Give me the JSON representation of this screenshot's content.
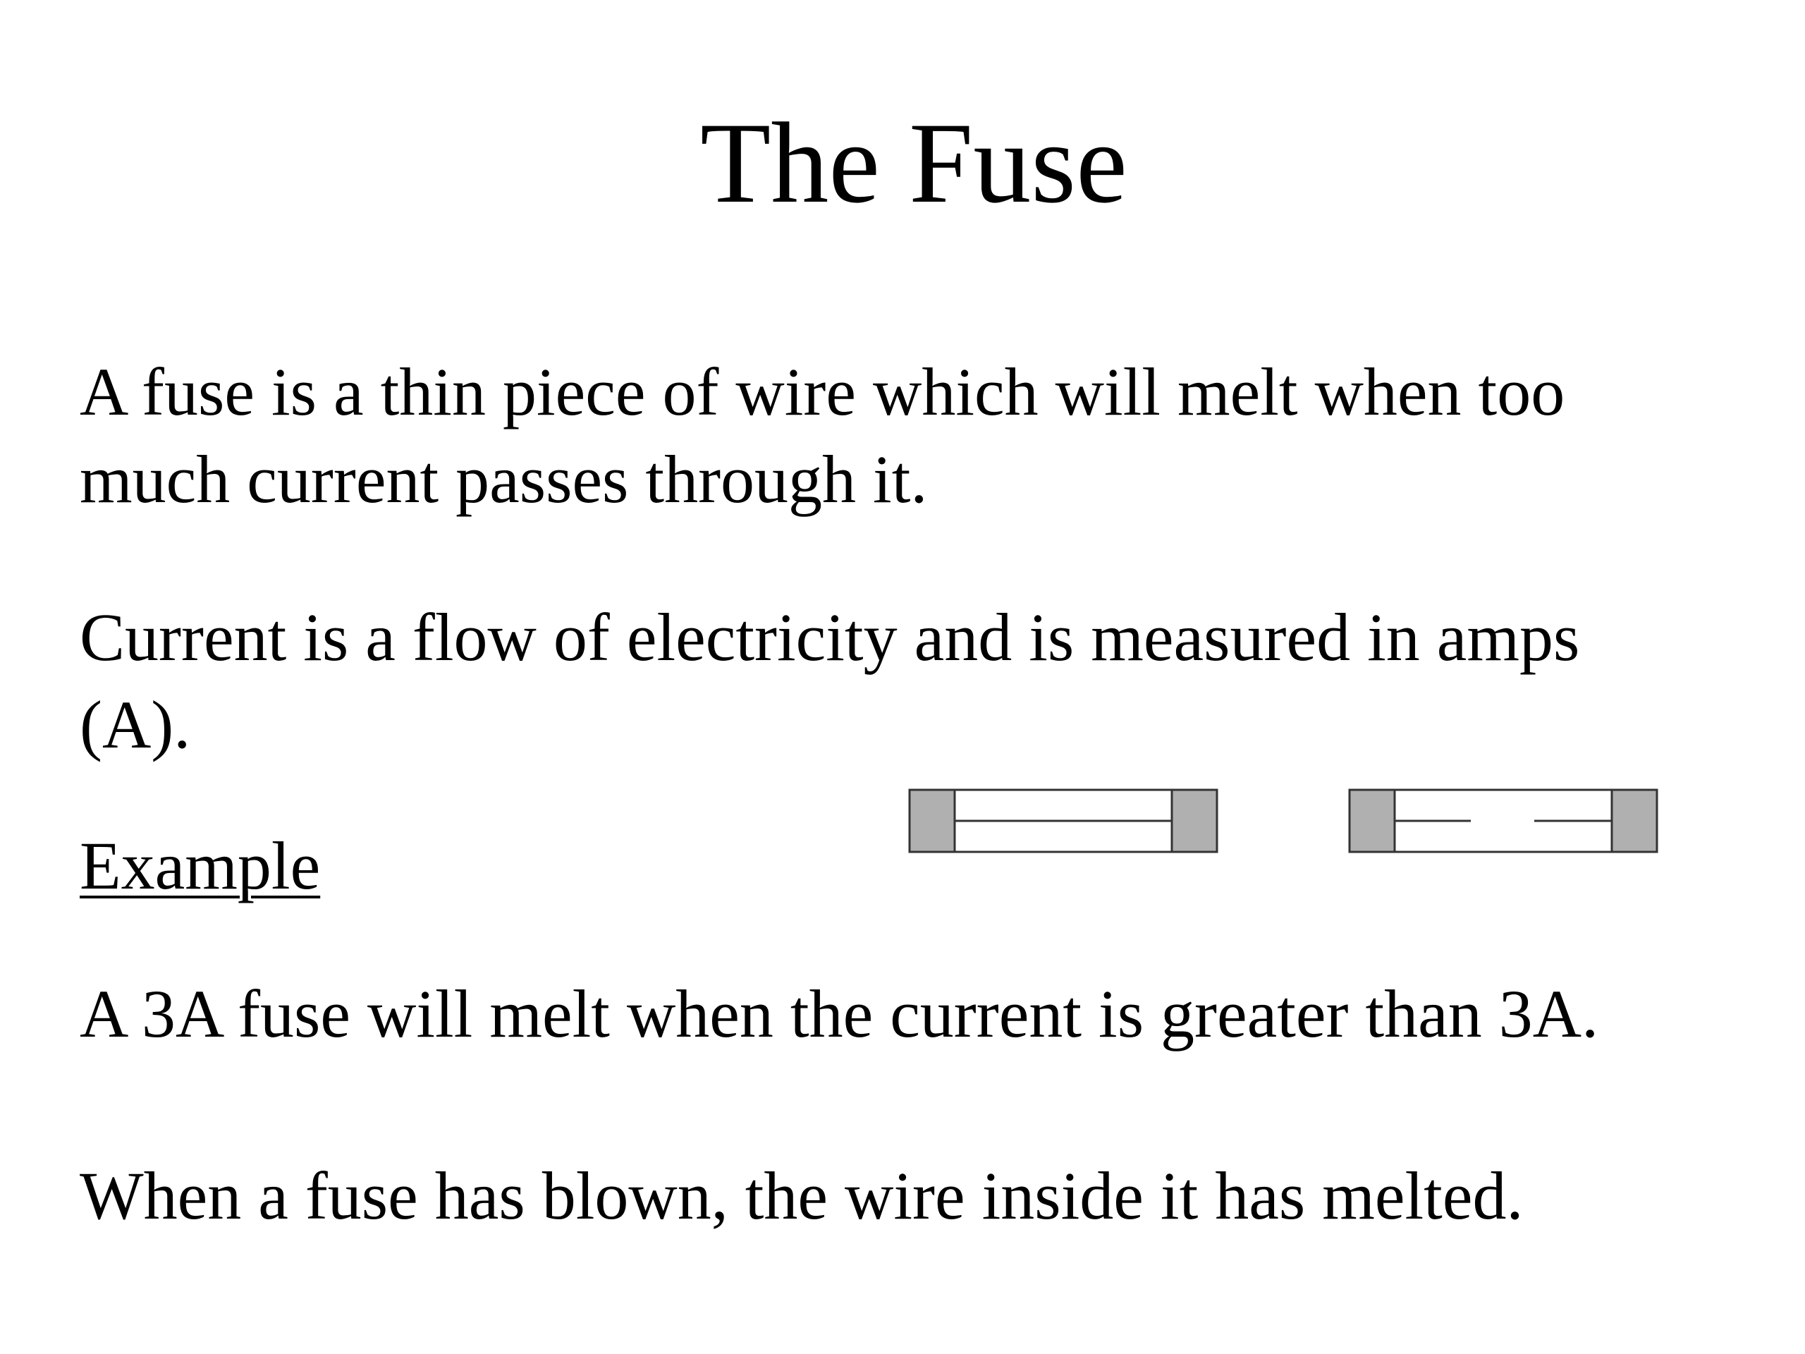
{
  "slide": {
    "title": "The Fuse",
    "paragraphs": {
      "definition_line1": "A fuse is a thin piece of wire which will melt when too",
      "definition_line2": "much current passes through it.",
      "current_line1": "Current is a flow of electricity and is measured in amps",
      "current_line2": "(A).",
      "example_heading": "Example",
      "example_text": "A 3A fuse will melt when the current is greater than 3A.",
      "blown_text": "When a fuse has blown, the wire inside it has melted."
    },
    "diagrams": [
      {
        "name": "intact-fuse",
        "state": "intact"
      },
      {
        "name": "blown-fuse",
        "state": "blown"
      }
    ],
    "colors": {
      "background": "#ffffff",
      "text": "#000000",
      "fuse_cap": "#b0b0b0",
      "fuse_outline": "#333333"
    }
  }
}
